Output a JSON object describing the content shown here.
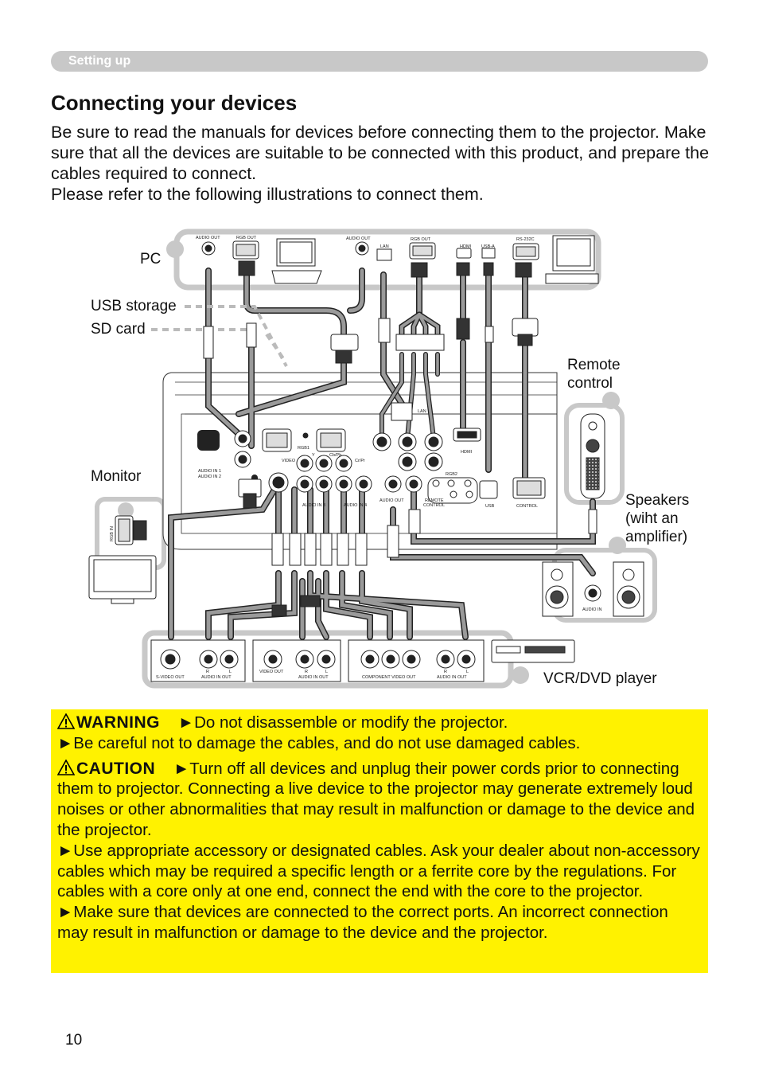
{
  "section": {
    "label": "Setting up"
  },
  "title": "Connecting your devices",
  "intro": [
    "Be sure to read the manuals for devices before connecting them to the projector. Make sure that all the devices are suitable to be connected with this product, and prepare the cables required to connect.",
    "Please refer to the following illustrations to connect them."
  ],
  "labels": {
    "pc": "PC",
    "usb_storage": "USB storage",
    "sd_card": "SD card",
    "remote_line1": "Remote",
    "remote_line2": "control",
    "monitor": "Monitor",
    "speakers_line1": "Speakers",
    "speakers_line2": "(wiht an",
    "speakers_line3": "amplifier)",
    "vcr": "VCR/DVD player"
  },
  "ports": {
    "pc1_audio_out": "AUDIO OUT",
    "pc1_rgb_out": "RGB OUT",
    "pc2_audio_out": "AUDIO OUT",
    "pc2_lan": "LAN",
    "pc2_rgb_out": "RGB OUT",
    "pc2_hdmi": "HDMI",
    "pc2_usba": "USB-A",
    "pc2_rs232c": "RS-232C",
    "proj_lan": "LAN",
    "proj_rgb1": "RGB1",
    "proj_hdmi": "HDMI",
    "proj_rgb2": "RGB2",
    "proj_audio_in12": "AUDIO IN 1\nAUDIO IN 2",
    "proj_video": "VIDEO",
    "proj_y": "Y",
    "proj_cbpb": "Cb/Pb",
    "proj_crpr": "Cr/Pr",
    "proj_audio_in3": "AUDIO IN 3",
    "proj_audio_in4": "AUDIO IN 4",
    "proj_audio_out": "AUDIO OUT",
    "proj_remote": "REMOTE\nCONTROL",
    "proj_usb": "USB",
    "proj_control": "CONTROL",
    "monitor_rgb_in": "RGB IN",
    "spk_audio_in": "AUDIO IN",
    "vcr1_svideo": "S-VIDEO OUT",
    "vcr1_audio": "AUDIO IN OUT",
    "vcr2_video": "VIDEO OUT",
    "vcr2_audio": "AUDIO IN OUT",
    "vcr3_comp": "COMPONENT VIDEO OUT",
    "vcr3_audio": "AUDIO IN OUT",
    "r": "R",
    "l": "L"
  },
  "warning": {
    "heading": "WARNING",
    "line1": "►Do not disassemble or modify the projector.",
    "line2": "►Be careful not to damage the cables, and do not use damaged cables."
  },
  "caution": {
    "heading": "CAUTION",
    "p1": "►Turn off all devices and unplug their power cords prior to connecting them to projector. Connecting a live device to the projector may generate extremely loud noises or other abnormalities that may result in malfunction or damage to the device and the projector.",
    "p2": "►Use appropriate accessory or designated cables. Ask your dealer about non-accessory cables which may be required a specific length or a ferrite core by the regulations. For cables with a core only at one end, connect the end with the core to the projector.",
    "p3": "►Make sure that devices are connected to the correct ports. An incorrect connection may result in malfunction or damage to the device and the projector."
  },
  "page_number": "10"
}
